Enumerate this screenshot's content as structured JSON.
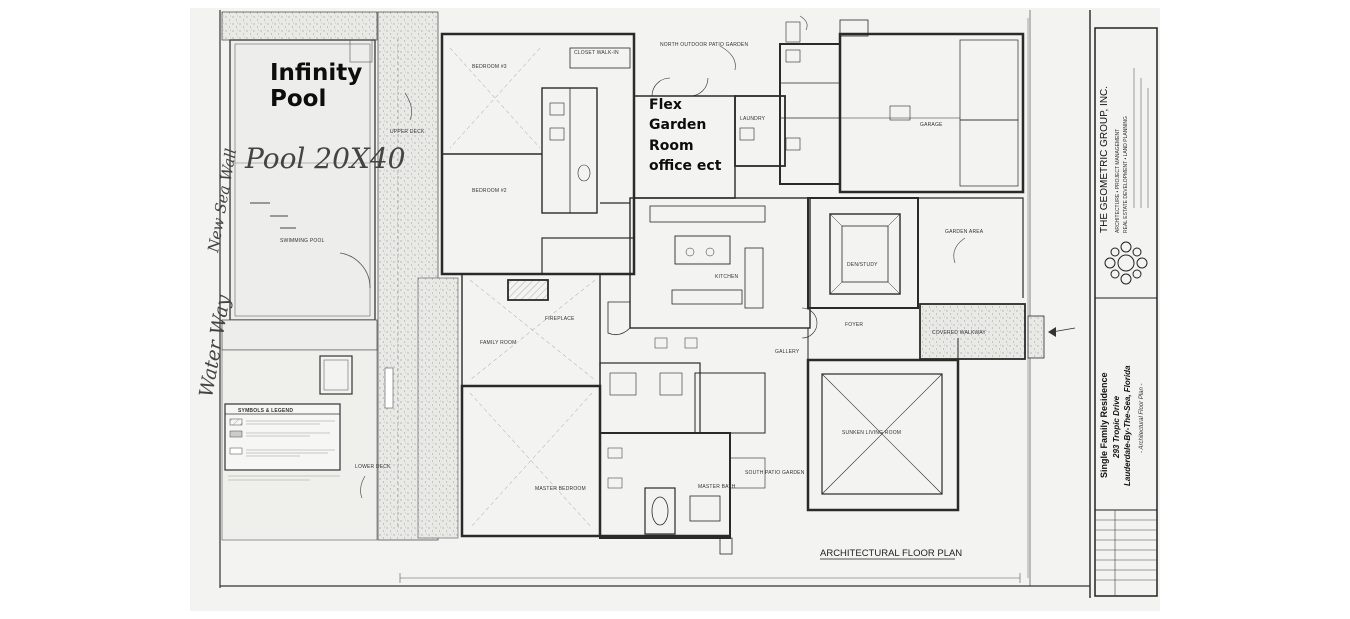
{
  "overlays": {
    "pool_line1": "Infinity",
    "pool_line2": "Pool",
    "flex_line1": "Flex",
    "flex_line2": "Garden",
    "flex_line3": "Room",
    "flex_line4": "office ect"
  },
  "handwriting": {
    "pool_size": "Pool 20X40",
    "sea_wall": "New Sea Wall",
    "waterway": "Water Way"
  },
  "title_block": {
    "firm": "THE GEOMETRIC GROUP, INC.",
    "firm_services_1": "ARCHITECTURE • PROJECT MANAGEMENT",
    "firm_services_2": "REAL ESTATE DEVELOPMENT • LAND PLANNING",
    "project_1": "Single Family Residence",
    "project_2": "293 Tropic Drive",
    "project_3": "Lauderdale-By-The-Sea, Florida",
    "sheet_name": "- Architectural Floor Plan -"
  },
  "plan_title": "ARCHITECTURAL FLOOR PLAN",
  "legend": {
    "title": "SYMBOLS & LEGEND"
  },
  "rooms": {
    "bedroom_3": "BEDROOM #3",
    "bedroom_2": "BEDROOM #2",
    "swimming_pool": "SWIMMING POOL",
    "upper_deck": "UPPER DECK",
    "lower_deck": "LOWER DECK",
    "family_room": "FAMILY ROOM",
    "fireplace": "FIREPLACE",
    "master_bedroom": "MASTER BEDROOM",
    "kitchen": "KITCHEN",
    "den_study": "DEN/STUDY",
    "foyer": "FOYER",
    "gallery": "GALLERY",
    "garage": "GARAGE",
    "garden_area": "GARDEN AREA",
    "sunken_living": "SUNKEN LIVING ROOM",
    "south_patio": "SOUTH PATIO GARDEN",
    "north_patio": "NORTH OUTDOOR PATIO GARDEN",
    "walkway": "COVERED WALKWAY",
    "laundry": "LAUNDRY",
    "master_bath": "MASTER BATH",
    "closet": "CLOSET WALK-IN"
  },
  "colors": {
    "paper": "#f3f3f1",
    "ink": "#2a2a2a",
    "overlay_text": "#0d0d0d"
  }
}
